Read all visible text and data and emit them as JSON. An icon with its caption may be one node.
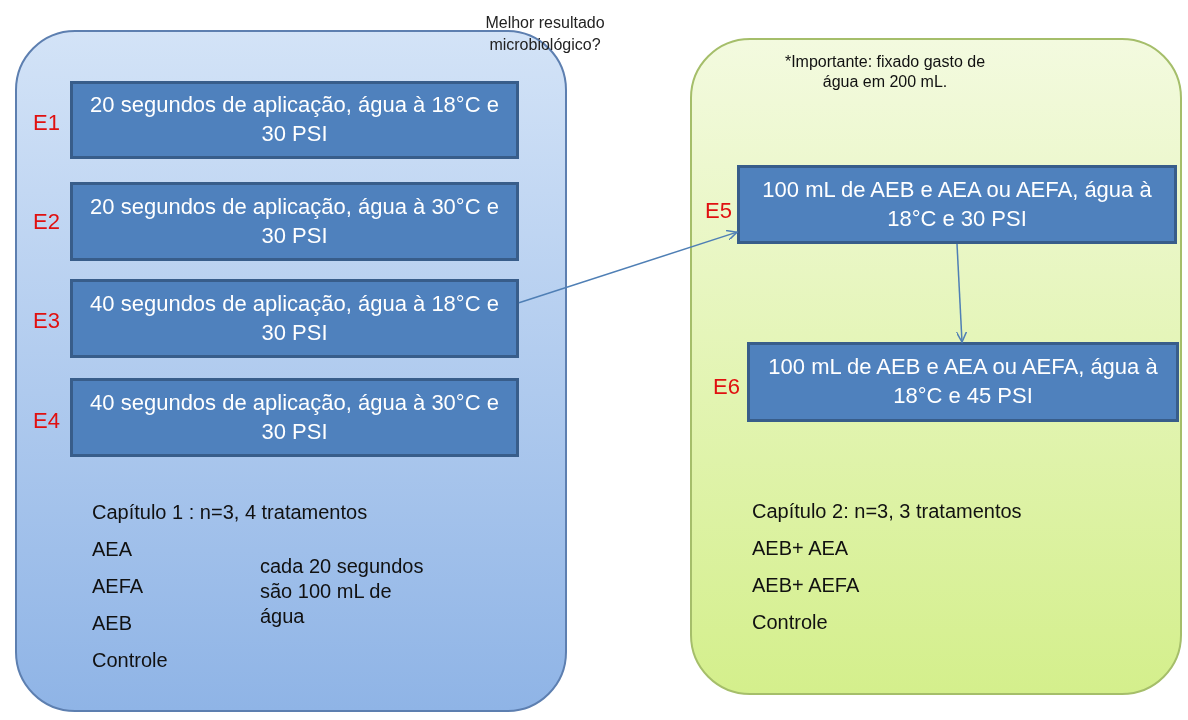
{
  "diagram": {
    "nodes": [
      {
        "text": [
          "Capítulo 1 : n=3, 4 tratamentos",
          "AEA",
          "AEFA",
          "AEB",
          "Controle",
          "cada 20 segundos são 100 mL de água"
        ]
      },
      {
        "text": [
          "20 segundos de aplicação, água à 18°C e 30 PSI"
        ],
        "in": 0,
        "beside": [
          "E1"
        ]
      },
      {
        "text": [
          "20 segundos de aplicação, água à 30°C e 30 PSI"
        ],
        "in": 0,
        "beside": [
          "E2"
        ]
      },
      {
        "text": [
          "40 segundos de aplicação, água à 18°C e 30 PSI"
        ],
        "in": 0,
        "beside": [
          "E3"
        ]
      },
      {
        "text": [
          "40 segundos de aplicação, água à 30°C e 30 PSI"
        ],
        "in": 0,
        "beside": [
          "E4"
        ]
      },
      {
        "text": [
          "*Importante: fixado gasto de água em 200 mL.",
          "Capítulo 2: n=3, 3 tratamentos",
          "AEB+ AEA",
          "AEB+ AEFA",
          "Controle"
        ]
      },
      {
        "text": [
          "100 mL de AEB e AEA ou AEFA, água à 18°C e 30 PSI"
        ],
        "in": 5,
        "beside": [
          "E5"
        ]
      },
      {
        "text": [
          "100 mL de AEB e AEA ou AEFA, água à 18°C e 45 PSI"
        ],
        "in": 5,
        "beside": [
          "E6"
        ]
      }
    ],
    "edges": [
      {
        "from": 3,
        "to": 6,
        "arrow": "to"
      },
      {
        "from": 6,
        "to": 7,
        "arrow": "to"
      }
    ],
    "labels": [
      "Melhor resultado microbiológico?"
    ]
  }
}
